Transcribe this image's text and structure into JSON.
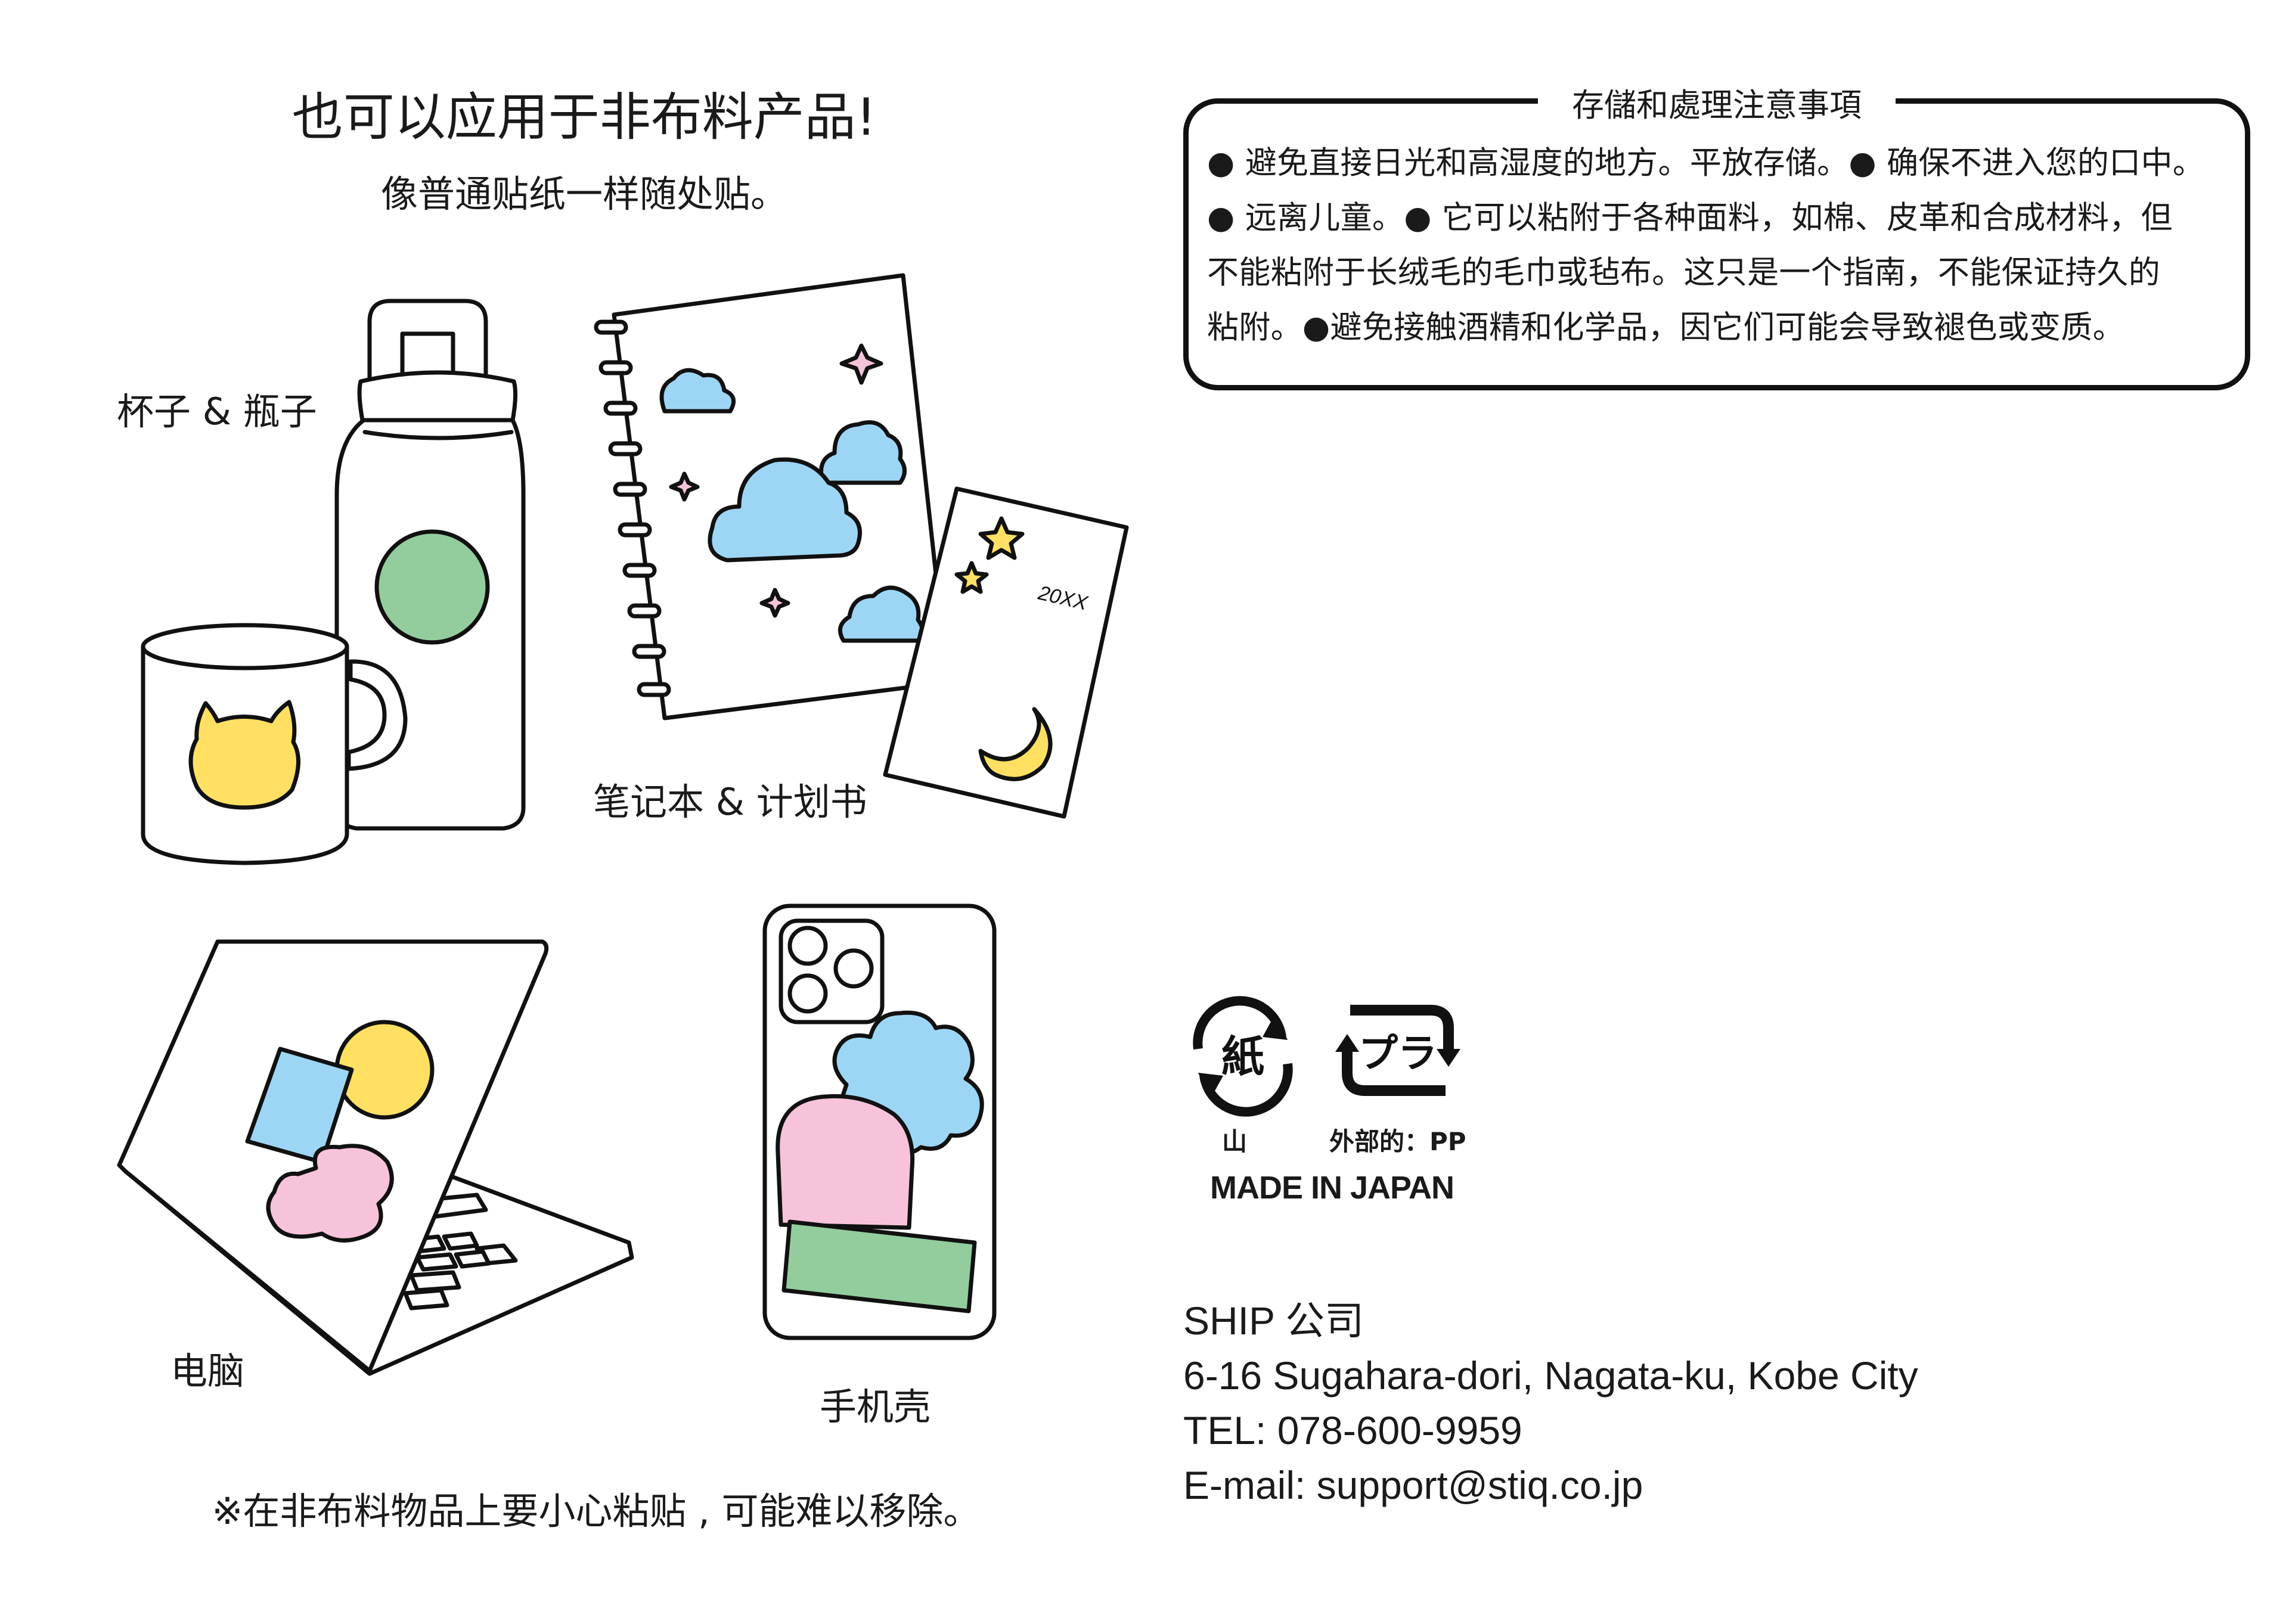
{
  "header": {
    "title": "也可以应用于非布料产品!",
    "subtitle": "像普通贴纸一样随处贴。"
  },
  "items": {
    "cups": "杯子 & 瓶子",
    "notebook": "笔记本 & 计划书",
    "laptop": "电脑",
    "phone": "手机壳",
    "planner_year": "20XX"
  },
  "footnote": "※在非布料物品上要小心粘贴 , 可能难以移除。",
  "notice": {
    "title": "存儲和處理注意事項",
    "lines": [
      "● 避免直接日光和高湿度的地方。平放存储。● 确保不进入您的口中。",
      "● 远离儿童。● 它可以粘附于各种面料，如棉、皮革和合成材料，但",
      "不能粘附于长绒毛的毛巾或毡布。这只是一个指南，不能保证持久的",
      "粘附。●避免接触酒精和化学品，因它们可能会导致褪色或变质。"
    ]
  },
  "recycle": {
    "paper_symbol": "紙",
    "paper_label": "山",
    "plastic_symbol": "プラ",
    "plastic_label": "外部的：PP",
    "made_in": "MADE IN JAPAN"
  },
  "company": {
    "name": "SHIP 公司",
    "address": "6-16 Sugahara-dori, Nagata-ku, Kobe City",
    "tel": "TEL: 078-600-9959",
    "email": "E-mail: support@stiq.co.jp"
  },
  "colors": {
    "green": "#93cd9d",
    "yellow": "#ffe063",
    "blue": "#9dd6f5",
    "pink": "#f7c3da",
    "outline": "#111111"
  }
}
